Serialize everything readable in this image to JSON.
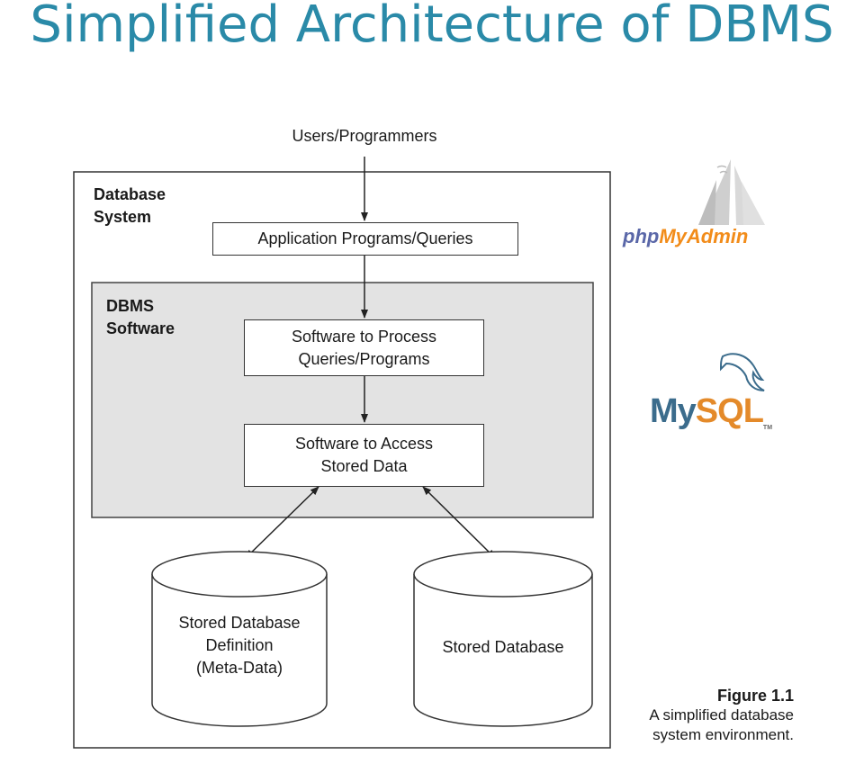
{
  "slide": {
    "title": "Simplified Architecture of DBMS"
  },
  "diagram": {
    "users_label": "Users/Programmers",
    "outer_label": [
      "Database",
      "System"
    ],
    "app_box": "Application Programs/Queries",
    "dbms_label": [
      "DBMS",
      "Software"
    ],
    "process_box": [
      "Software to Process",
      "Queries/Programs"
    ],
    "access_box": [
      "Software to Access",
      "Stored Data"
    ],
    "cyl_meta": [
      "Stored Database",
      "Definition",
      "(Meta-Data)"
    ],
    "cyl_db": "Stored Database"
  },
  "caption": {
    "number": "Figure 1.1",
    "lines": [
      "A simplified database",
      "system environment."
    ]
  },
  "logos": {
    "phpmyadmin": {
      "php": "php",
      "rest": "MyAdmin"
    },
    "mysql": {
      "my": "My",
      "sql": "SQL",
      "tm": "TM"
    }
  },
  "colors": {
    "title": "#2a8aa8",
    "dbms_panel": "#e3e3e3",
    "phpmyadmin_orange": "#f28c1a",
    "mysql_blue": "#3b6c8c"
  }
}
